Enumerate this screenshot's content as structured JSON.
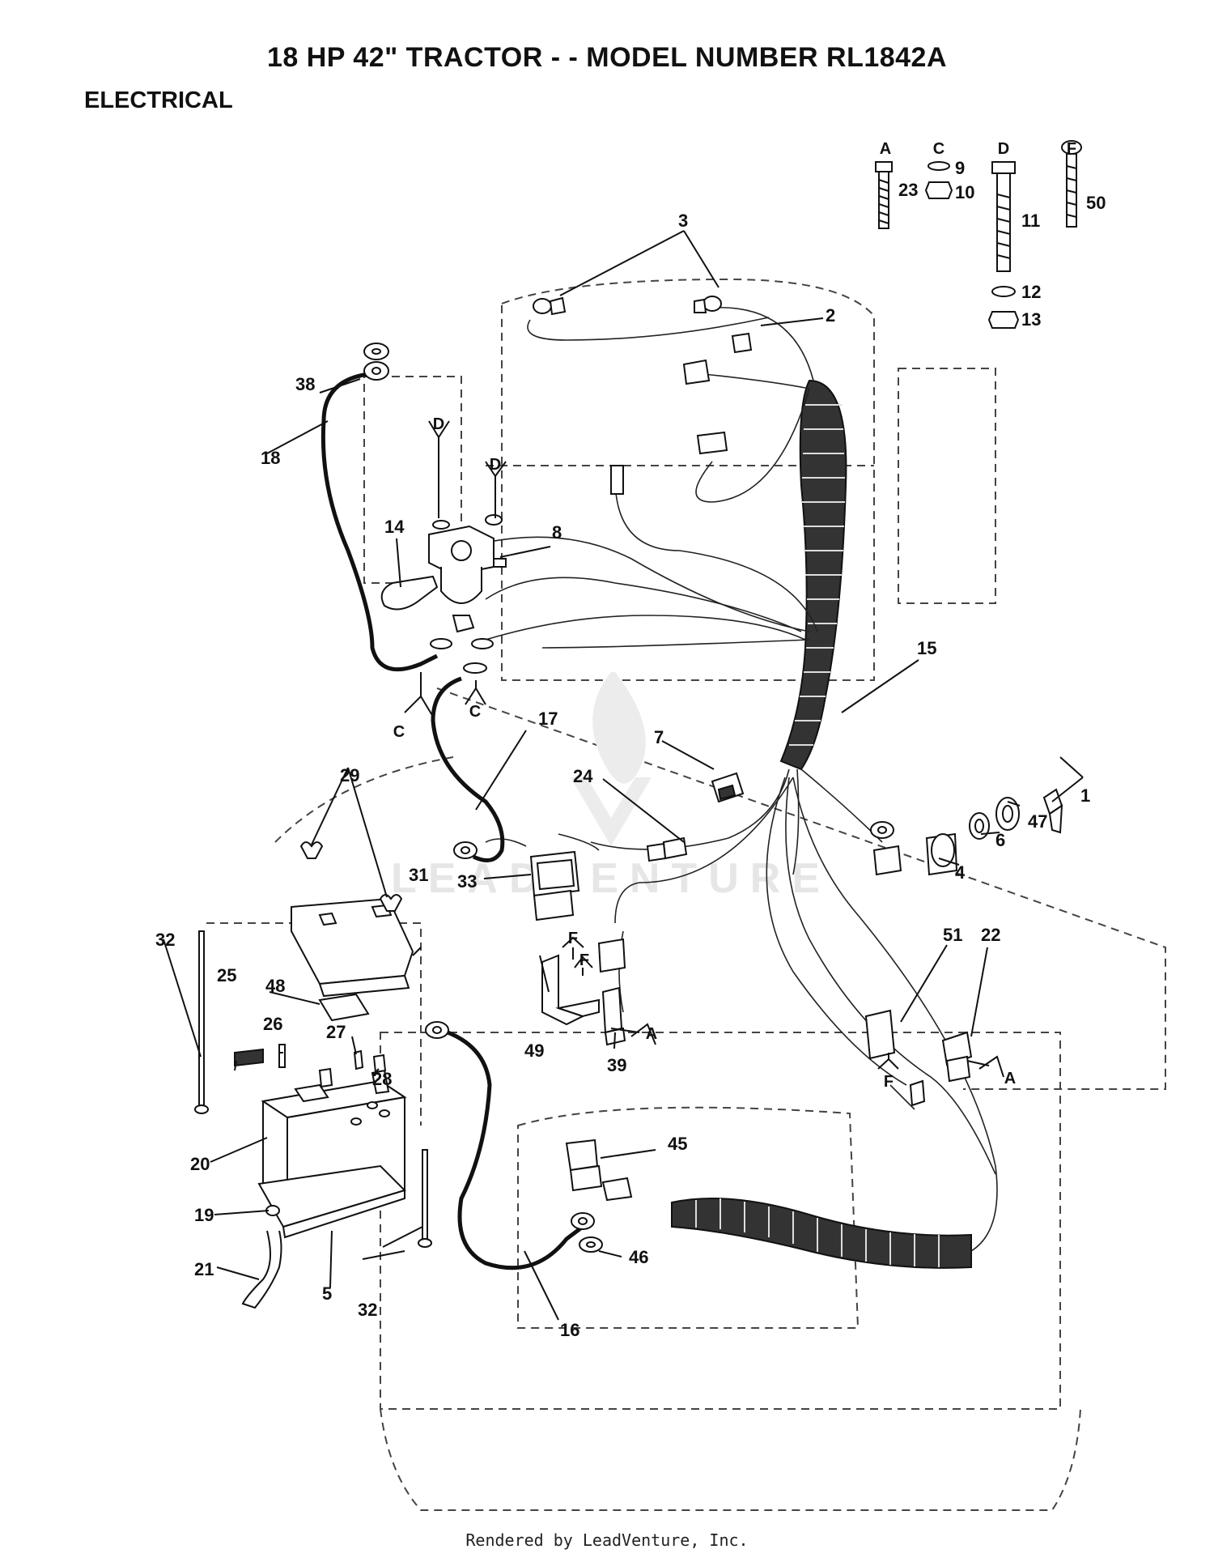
{
  "header": {
    "title": "18 HP 42\" TRACTOR - - MODEL NUMBER RL1842A",
    "section": "ELECTRICAL"
  },
  "footer": {
    "credit": "Rendered by LeadVenture, Inc."
  },
  "watermark": {
    "icon": "leadventure-flame-icon",
    "text": "LEADVENTURE"
  },
  "hardware_letters": [
    "A",
    "C",
    "D",
    "F"
  ],
  "callouts": [
    "1",
    "2",
    "3",
    "4",
    "5",
    "6",
    "7",
    "8",
    "9",
    "10",
    "11",
    "12",
    "13",
    "14",
    "15",
    "16",
    "17",
    "18",
    "19",
    "20",
    "21",
    "22",
    "23",
    "24",
    "25",
    "26",
    "27",
    "28",
    "29",
    "31",
    "32",
    "32",
    "33",
    "38",
    "39",
    "45",
    "46",
    "47",
    "48",
    "49",
    "50",
    "51"
  ],
  "connection_letters": [
    "D",
    "D",
    "C",
    "C",
    "F",
    "F",
    "A",
    "F",
    "A"
  ]
}
